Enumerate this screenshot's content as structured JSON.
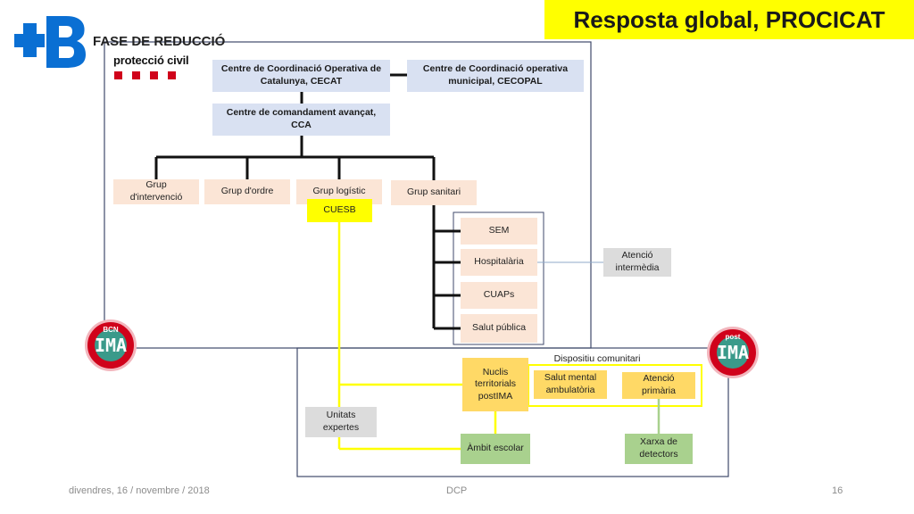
{
  "header": {
    "title": "Resposta global, PROCICAT",
    "phase": "FASE DE REDUCCIÓ",
    "brand": "protecció civil"
  },
  "nodes": {
    "cecat": "Centre de Coordinació Operativa de Catalunya, CECAT",
    "cecopal": "Centre de Coordinació operativa municipal, CECOPAL",
    "cca": "Centre de comandament avançat, CCA",
    "grup_intervencio": "Grup d'intervenció",
    "grup_ordre": "Grup d'ordre",
    "grup_logistic": "Grup logístic",
    "grup_sanitari": "Grup sanitari",
    "cuesb": "CUESB",
    "sem": "SEM",
    "hospitalaria": "Hospitalària",
    "cuaps": "CUAPs",
    "salut_publica": "Salut pública",
    "atencio_intermedia": "Atenció intermèdia",
    "dispositiu_comunitari": "Dispositiu comunitari",
    "nuclis": "Nuclis territorials postIMA",
    "salut_mental": "Salut mental ambulatòria",
    "atencio_primaria": "Atenció primària",
    "unitats_expertes": "Unitats expertes",
    "ambit_escolar": "Àmbit escolar",
    "xarxa_detectors": "Xarxa de detectors"
  },
  "logos": {
    "bcn_ima_top": "BCN",
    "bcn_ima_main": "IMA",
    "post_ima_top": "post",
    "post_ima_main": "IMA"
  },
  "footer": {
    "date": "divendres, 16 / novembre / 2018",
    "center": "DCP",
    "page": "16"
  },
  "colors": {
    "yellow": "#ffff00",
    "node_blue": "#d9e1f2",
    "node_peach": "#fbe5d6",
    "node_orange": "#ffd966",
    "node_green": "#a9d18e",
    "frame": "#3f4a6b",
    "logo_red": "#d0021b",
    "logo_teal": "#3a9a8a"
  }
}
